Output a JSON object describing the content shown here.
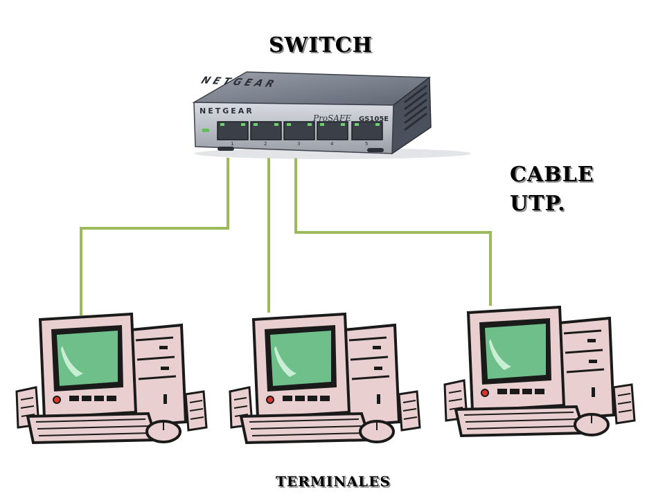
{
  "labels": {
    "switch": "SWITCH",
    "cable_line1": "CABLE",
    "cable_line2": "UTP.",
    "terminals": "TERMINALES"
  },
  "switch_device": {
    "brand_top": "NETGEAR",
    "brand_front": "NETGEAR",
    "model_series": "ProSAFE",
    "model": "GS105E",
    "ports": [
      "1",
      "2",
      "3",
      "4",
      "5"
    ]
  },
  "colors": {
    "cable": "#9aba5c",
    "switch_body": "#5b6270",
    "switch_top": "#7d838e",
    "monitor_screen": "#6fbf8a",
    "computer_case": "#e9cfcf",
    "outline": "#1a1a1a"
  },
  "icons": {
    "switch": "network-switch-icon",
    "computer": "desktop-computer-icon"
  }
}
